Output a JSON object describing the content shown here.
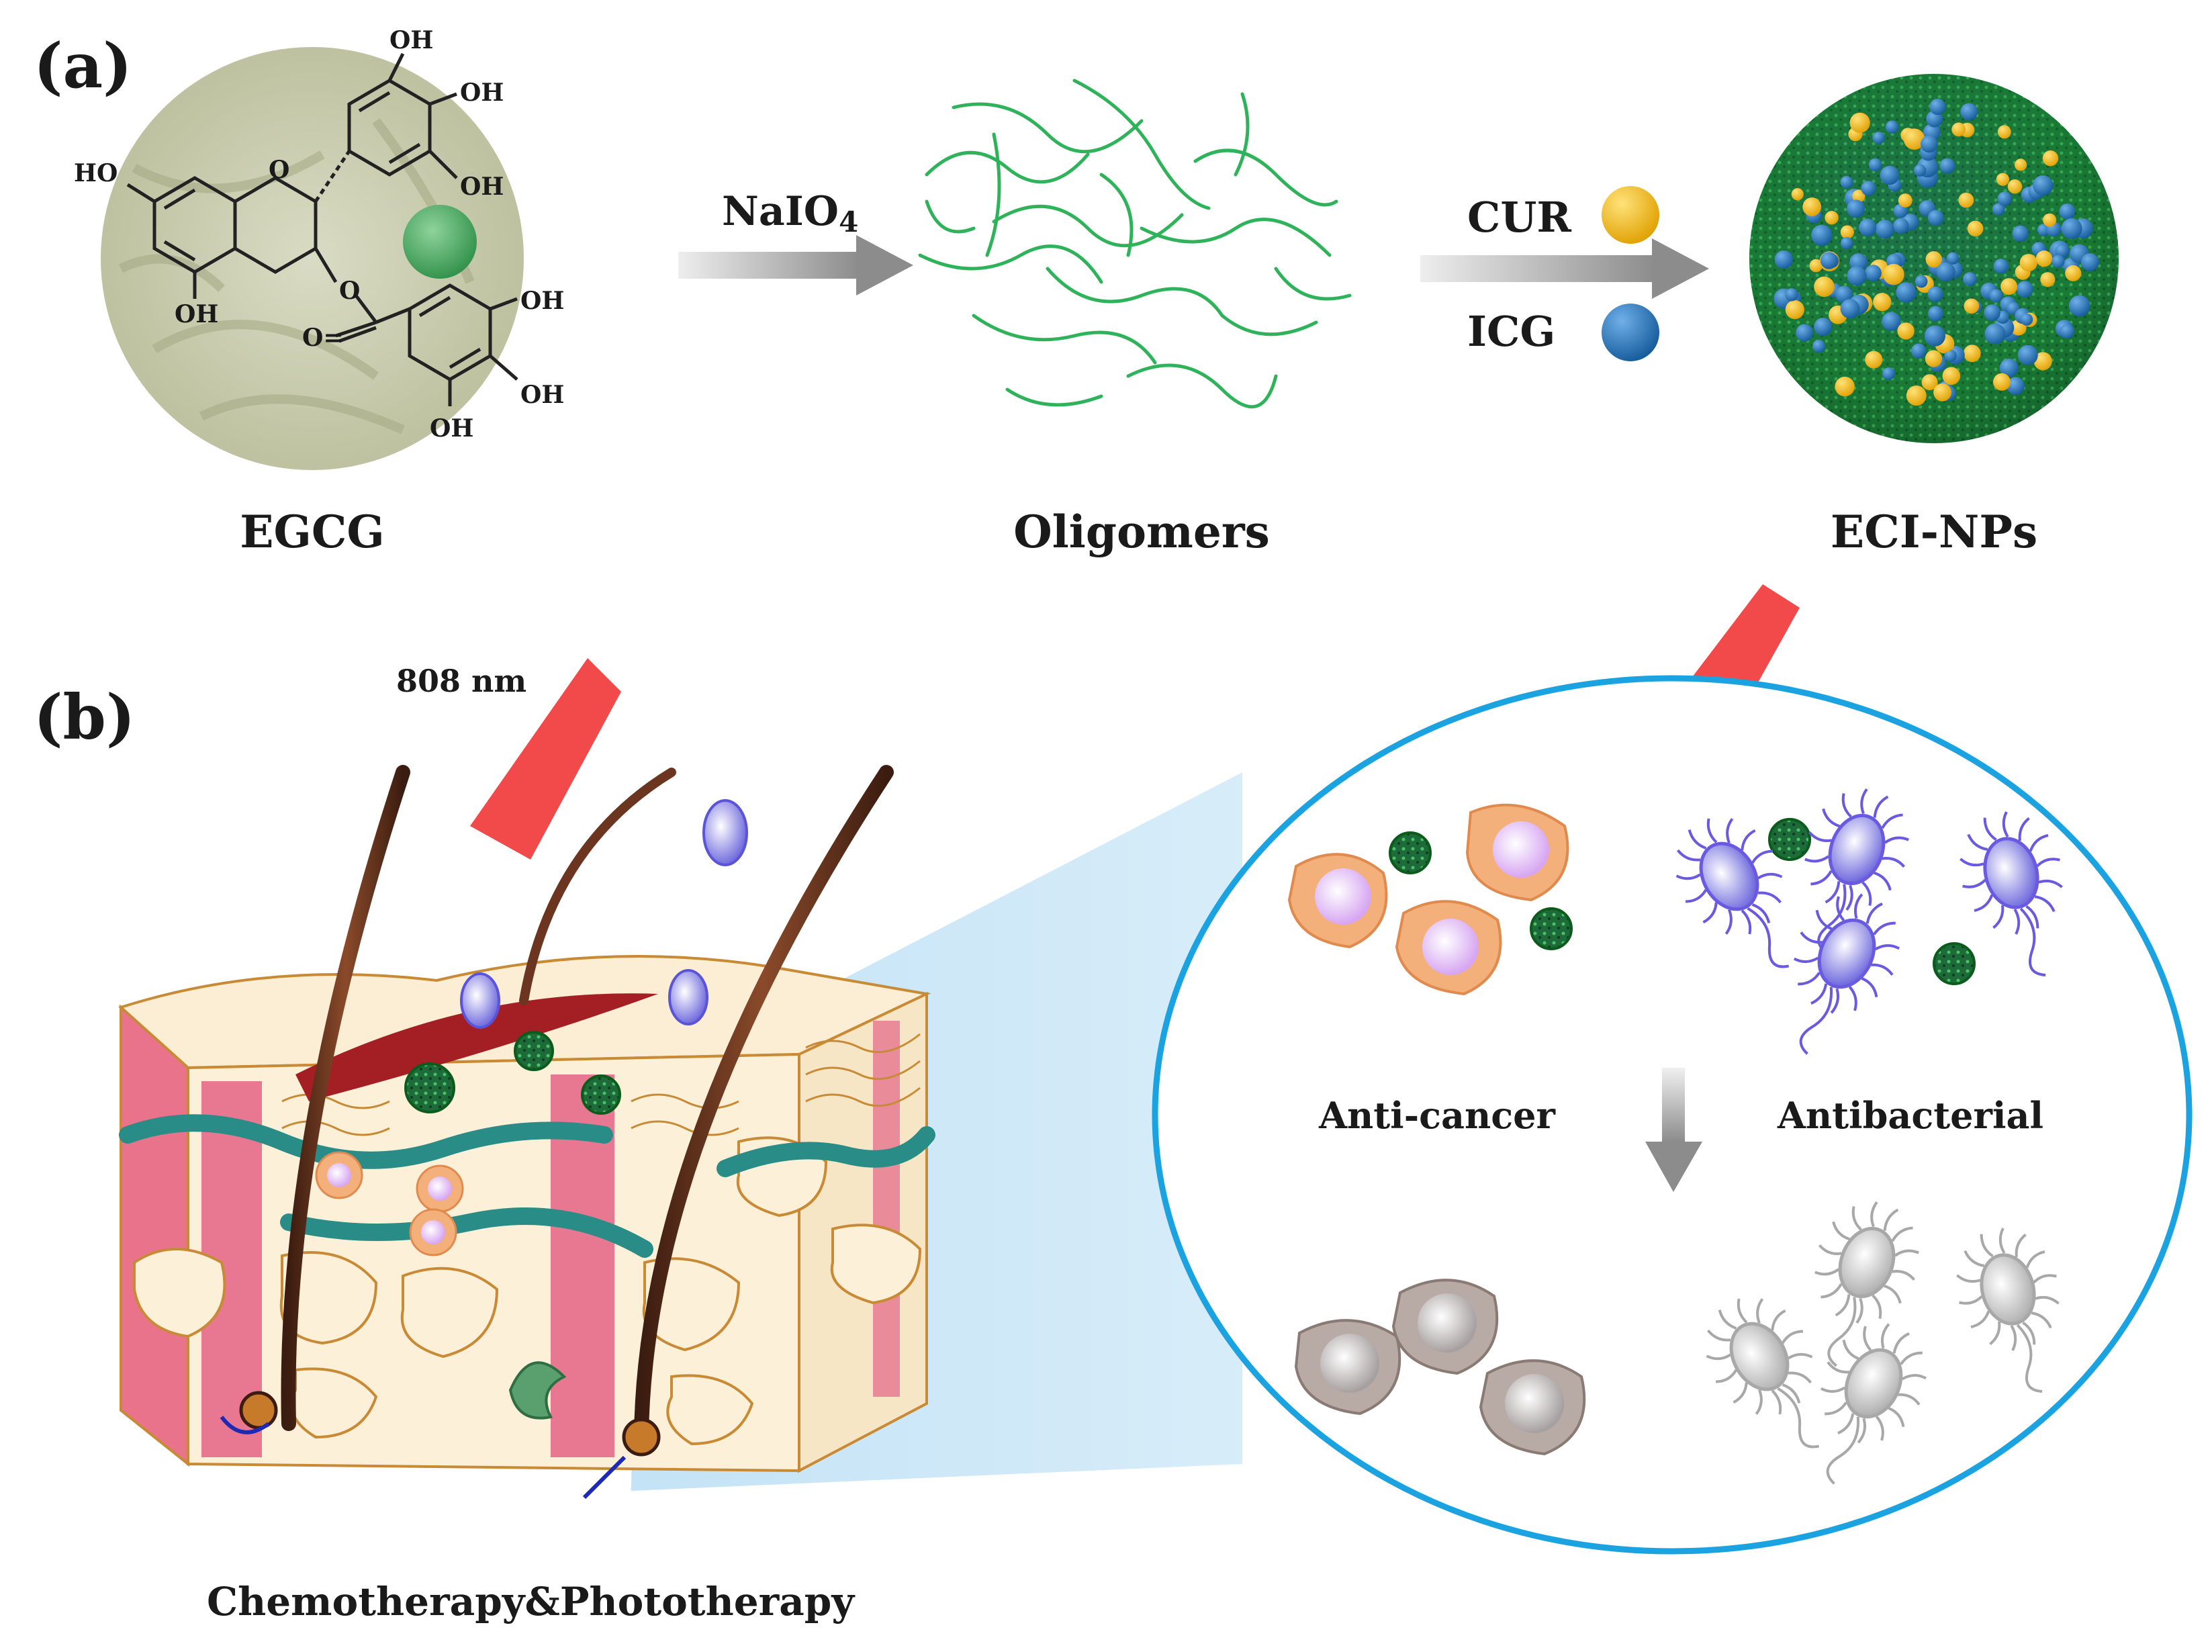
{
  "panel_a": {
    "label": "(a)",
    "egcg": {
      "label": "EGCG",
      "hydroxyl_labels": [
        "OH",
        "OH",
        "OH",
        "HO",
        "OH",
        "OH",
        "OH",
        "OH"
      ],
      "oxygen_labels": [
        "O",
        "O"
      ],
      "carbonyl_label": "O="
    },
    "oxidant": {
      "formula": "NaIO",
      "subscript": "4"
    },
    "oligomers": {
      "label": "Oligomers"
    },
    "drugs": [
      {
        "label": "CUR",
        "color": "#f2b800"
      },
      {
        "label": "ICG",
        "color": "#1f6fb8"
      }
    ],
    "nanoparticle": {
      "label": "ECI-NPs"
    }
  },
  "panel_b": {
    "label": "(b)",
    "laser": {
      "wavelength": "808 nm",
      "color": "#f24a4a"
    },
    "skin": {
      "caption": "Chemotherapy&Phototherapy"
    },
    "zoom": {
      "circle_color": "#1aa3e0",
      "before_labels": [
        "Anti-cancer",
        "Antibacterial"
      ]
    }
  },
  "colors": {
    "oligomer_green": "#2fb35a",
    "cancer_cell": "#f4b07a",
    "bacteria": "#6a5ae0",
    "dead_cell": "#b8aaa4",
    "dead_bacteria": "#bdbdbd"
  }
}
